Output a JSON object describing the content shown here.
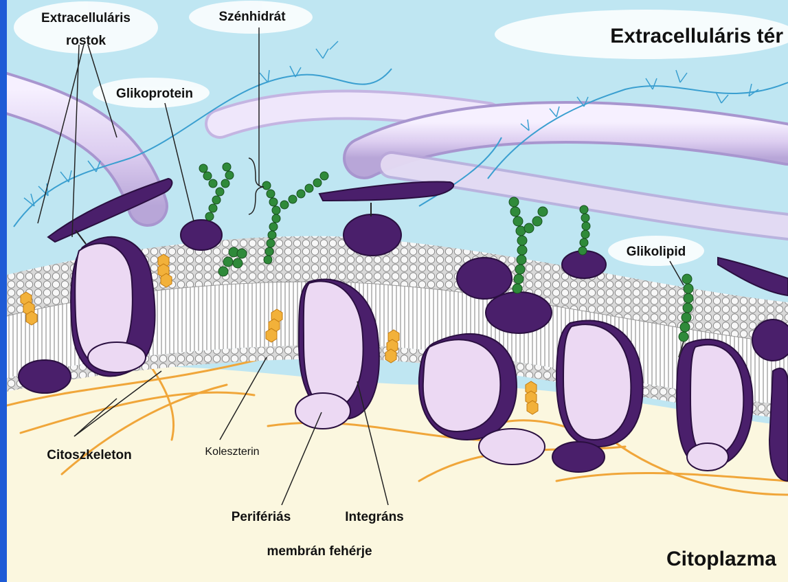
{
  "labels": {
    "extracellular_fibers_1": "Extracelluláris",
    "extracellular_fibers_2": "rostok",
    "carbohydrate": "Szénhidrát",
    "extracellular_space": "Extracelluláris tér",
    "glycoprotein": "Glikoprotein",
    "glycolipid": "Glikolipid",
    "cytoskeleton": "Citoszkeleton",
    "cholesterol": "Koleszterin",
    "peripheral": "Perifériás",
    "integral": "Integráns",
    "membrane_protein": "membrán fehérje",
    "cytoplasm": "Citoplazma"
  },
  "colors": {
    "frame": "#1e5bd6",
    "extracellular": "#bfe6f2",
    "cytoplasm": "#fbf7df",
    "protein_dark": "#4a1f6b",
    "protein_light": "#ecd9f3",
    "glycan": "#2f8a3a",
    "cholesterol": "#f2b13a",
    "cytoskeleton": "#f0a63a",
    "fiber": "#e4d8f4"
  },
  "icons": [
    "glycoprotein-icon",
    "glycolipid-icon",
    "cholesterol-icon",
    "integral-protein-icon",
    "peripheral-protein-icon"
  ]
}
